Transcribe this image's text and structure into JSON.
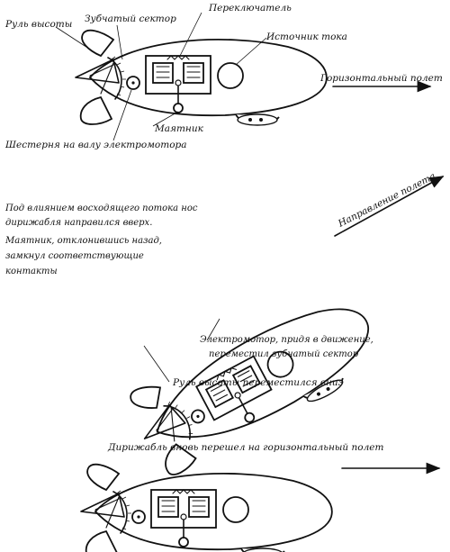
{
  "panel1": {
    "label_elevator": "Руль высоты",
    "label_sector": "Зубчатый сектор",
    "label_switch": "Переключатель",
    "label_power": "Источник тока",
    "label_flight": "Горизонтальный полет",
    "label_pendulum": "Маятник",
    "label_gear": "Шестерня на валу электромотора"
  },
  "panel2": {
    "caption_lines": [
      "Под влиянием восходящего потока нос",
      "дирижабля направился вверх.",
      "Маятник, отклонившись назад,",
      "замкнул соответствующие",
      "контакты"
    ],
    "label_direction": "Направление полета",
    "label_motor_line1": "Электромотор, придя в движение,",
    "label_motor_line2": "переместил зубчатый сектор",
    "label_elevator_down": "Руль высоты переместился вниз"
  },
  "panel3": {
    "caption": "Дирижабль вновь перешел на горизонтальный полет"
  }
}
